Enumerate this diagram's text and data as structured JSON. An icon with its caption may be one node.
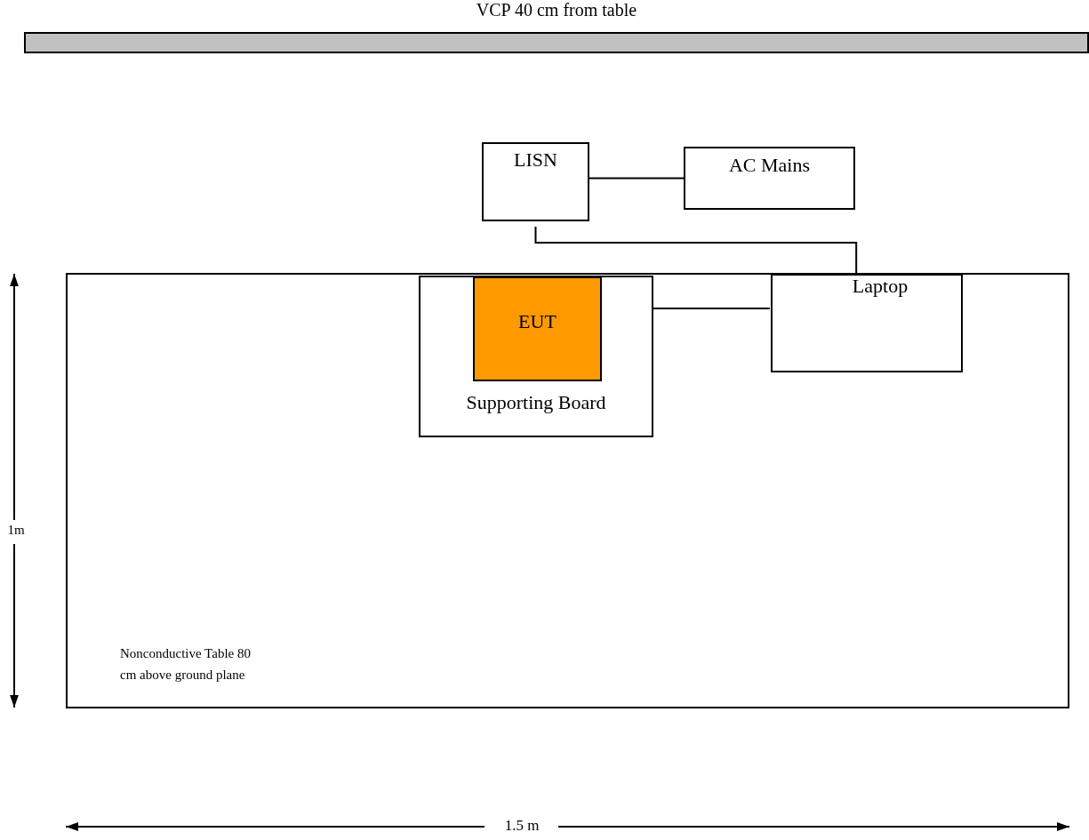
{
  "diagram": {
    "nodes": [
      {
        "text": [
          "VCP 40 cm from table"
        ]
      },
      {
        "text": [
          "Nonconductive Table 80 cm above ground plane"
        ]
      },
      {
        "text": [
          "Supporting Board"
        ],
        "in": 1
      },
      {
        "text": [
          "EUT"
        ],
        "in": 2
      },
      {
        "text": [
          "Laptop"
        ],
        "in": 1
      },
      {
        "text": [
          "LISN"
        ]
      },
      {
        "text": [
          "AC Mains"
        ]
      }
    ],
    "edges": [
      {
        "from": 5,
        "to": 6,
        "arrow": "none"
      },
      {
        "from": 5,
        "to": 4,
        "arrow": "none"
      },
      {
        "from": 2,
        "to": 4,
        "arrow": "none"
      }
    ],
    "labels": [
      "1m",
      "1.5 m"
    ]
  }
}
